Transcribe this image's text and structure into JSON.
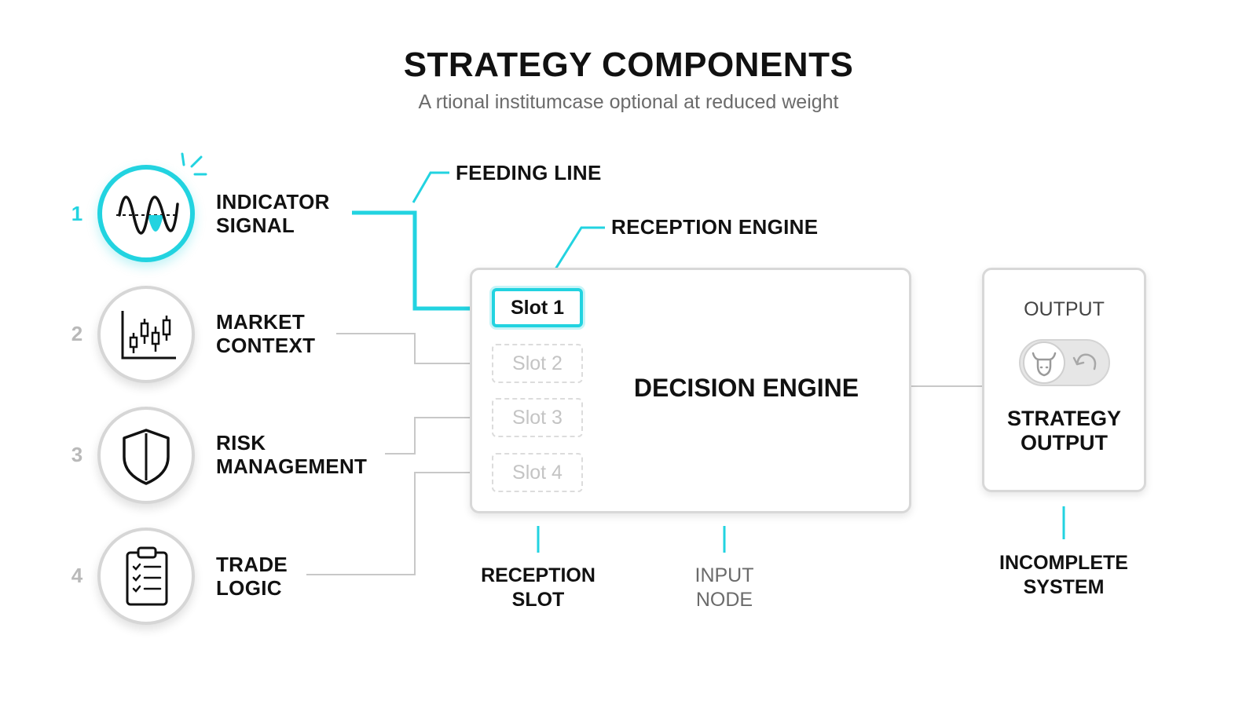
{
  "title": "STRATEGY COMPONENTS",
  "subtitle": "A rtional institumcase optional at reduced weight",
  "colors": {
    "accent": "#22d3e0",
    "text": "#111111",
    "muted": "#b9b9b9",
    "wire": "#c8c8c8"
  },
  "components": [
    {
      "number": "1",
      "label_line1": "INDICATOR",
      "label_line2": "SIGNAL",
      "icon": "sine-wave-icon",
      "active": true
    },
    {
      "number": "2",
      "label_line1": "MARKET",
      "label_line2": "CONTEXT",
      "icon": "candlestick-chart-icon",
      "active": false
    },
    {
      "number": "3",
      "label_line1": "RISK",
      "label_line2": "MANAGEMENT",
      "icon": "shield-icon",
      "active": false
    },
    {
      "number": "4",
      "label_line1": "TRADE",
      "label_line2": "LOGIC",
      "icon": "clipboard-checklist-icon",
      "active": false
    }
  ],
  "callouts": {
    "feeding_line": "FEEDING LINE",
    "reception_engine": "RECEPTION ENGINE"
  },
  "engine": {
    "title": "DECISION ENGINE",
    "slots": [
      {
        "label": "Slot 1",
        "filled": true
      },
      {
        "label": "Slot 2",
        "filled": false
      },
      {
        "label": "Slot 3",
        "filled": false
      },
      {
        "label": "Slot 4",
        "filled": false
      }
    ]
  },
  "output": {
    "heading": "OUTPUT",
    "label_line1": "STRATEGY",
    "label_line2": "OUTPUT",
    "toggle_icons": [
      "bull-icon",
      "undo-arrow-icon"
    ]
  },
  "bottom_labels": {
    "reception_slot_line1": "RECEPTION",
    "reception_slot_line2": "SLOT",
    "input_node_line1": "INPUT",
    "input_node_line2": "NODE",
    "incomplete_line1": "INCOMPLETE",
    "incomplete_line2": "SYSTEM"
  }
}
